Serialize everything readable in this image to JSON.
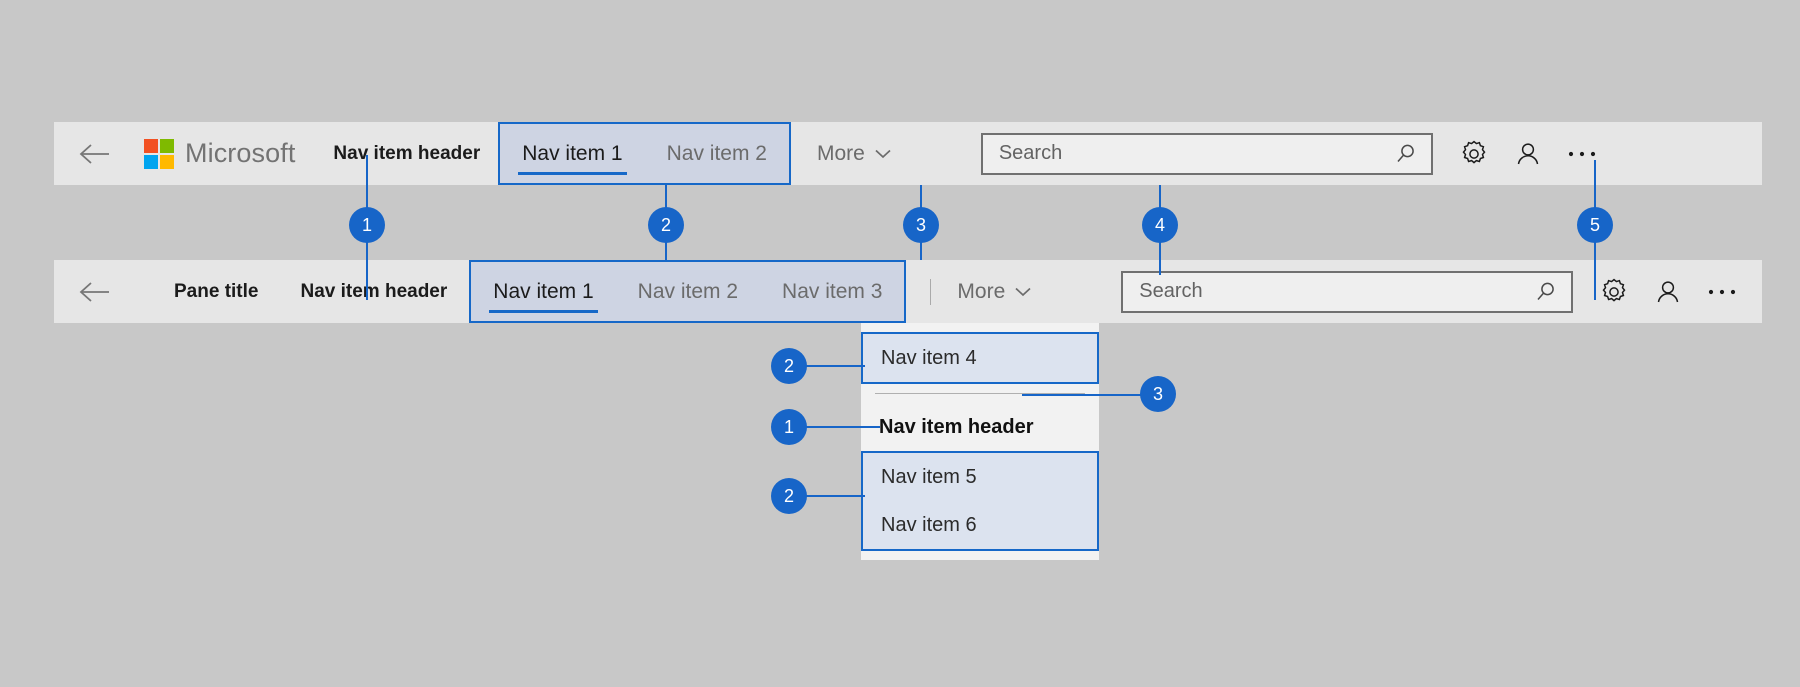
{
  "page": {
    "background_color": "#c8c8c8",
    "bar_background": "#e6e6e6",
    "accent_color": "#1668c8",
    "badge_color": "#1765c8",
    "tab_group_fill": "#ced4e3"
  },
  "top_bar": {
    "back_icon": "back-arrow-icon",
    "brand": {
      "wordmark": "Microsoft",
      "logo_colors": [
        "#f25022",
        "#7fba00",
        "#00a4ef",
        "#ffb900"
      ]
    },
    "nav_item_header": "Nav item header",
    "nav_items": [
      {
        "label": "Nav item 1",
        "active": true
      },
      {
        "label": "Nav item 2",
        "active": false
      }
    ],
    "more": {
      "label": "More",
      "icon": "chevron-down-icon"
    },
    "search": {
      "placeholder": "Search",
      "value": "",
      "icon": "search-icon"
    },
    "actions": [
      {
        "name": "settings-button",
        "icon": "gear-icon"
      },
      {
        "name": "account-button",
        "icon": "person-icon"
      },
      {
        "name": "overflow-button",
        "icon": "ellipsis-icon"
      }
    ]
  },
  "bottom_bar": {
    "back_icon": "back-arrow-icon",
    "pane_title": "Pane title",
    "nav_item_header": "Nav item header",
    "nav_items": [
      {
        "label": "Nav item 1",
        "active": true
      },
      {
        "label": "Nav item 2",
        "active": false
      },
      {
        "label": "Nav item 3",
        "active": false
      }
    ],
    "more": {
      "label": "More",
      "icon": "chevron-down-icon"
    },
    "search": {
      "placeholder": "Search",
      "value": "",
      "icon": "search-icon"
    },
    "actions": [
      {
        "name": "settings-button",
        "icon": "gear-icon"
      },
      {
        "name": "account-button",
        "icon": "person-icon"
      },
      {
        "name": "overflow-button",
        "icon": "ellipsis-icon"
      }
    ]
  },
  "flyout": {
    "group_one": [
      {
        "label": "Nav item 4"
      }
    ],
    "header": "Nav item header",
    "group_two": [
      {
        "label": "Nav item 5"
      },
      {
        "label": "Nav item 6"
      }
    ]
  },
  "callouts": [
    {
      "id": "callout-1-top",
      "number": "1"
    },
    {
      "id": "callout-2-top",
      "number": "2"
    },
    {
      "id": "callout-3-top",
      "number": "3"
    },
    {
      "id": "callout-4-top",
      "number": "4"
    },
    {
      "id": "callout-5-top",
      "number": "5"
    },
    {
      "id": "callout-2-flyout-a",
      "number": "2"
    },
    {
      "id": "callout-1-flyout",
      "number": "1"
    },
    {
      "id": "callout-2-flyout-b",
      "number": "2"
    },
    {
      "id": "callout-3-flyout",
      "number": "3"
    }
  ]
}
